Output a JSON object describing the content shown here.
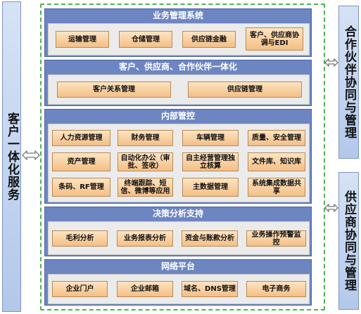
{
  "left_panel": {
    "label": "客户一体化服务"
  },
  "right_panels": {
    "top": {
      "label": "合作伙伴协同与管理"
    },
    "bottom": {
      "label": "供应商协同与管理"
    }
  },
  "sections": {
    "business": {
      "title": "业务管理系统",
      "items": [
        "运输管理",
        "仓储管理",
        "供应链金融",
        "客户、供应商协调与EDI"
      ]
    },
    "integration": {
      "title": "客户、供应商、合作伙伴一体化",
      "items": [
        "客户关系管理",
        "供应链管理"
      ]
    },
    "internal": {
      "title": "内部管控",
      "items": [
        "人力资源管理",
        "财务管理",
        "车辆管理",
        "质量、安全管理",
        "资产管理",
        "自动化办公（审批、签收）",
        "自主经营管理独立核算",
        "文件库、知识库",
        "条码、RF管理",
        "终端跟踪、短信、微博等应用",
        "主数据管理",
        "系统集成数据共享"
      ]
    },
    "decision": {
      "title": "决策分析支持",
      "items": [
        "毛利分析",
        "业务报表分析",
        "资金与账款分析",
        "业务操作预警监控"
      ]
    },
    "network": {
      "title": "网络平台",
      "items": [
        "企业门户",
        "企业邮箱",
        "域名、DNS管理",
        "电子商务"
      ]
    }
  }
}
